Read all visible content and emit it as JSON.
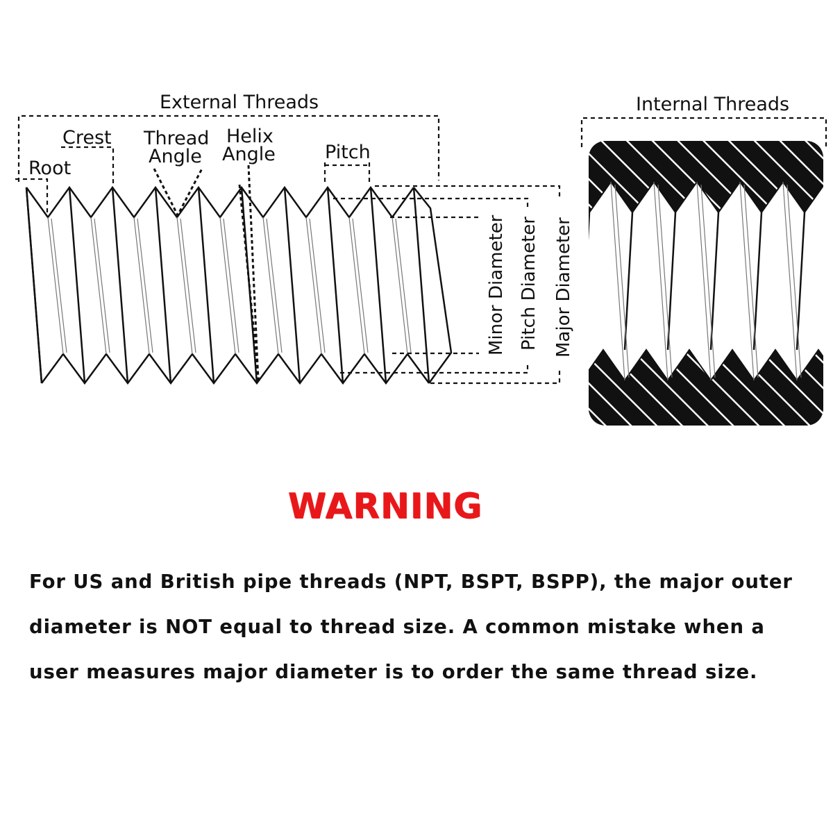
{
  "diagram": {
    "external_label": "External Threads",
    "internal_label": "Internal Threads",
    "root_label": "Root",
    "crest_label": "Crest",
    "thread_angle_label": [
      "Thread",
      "Angle"
    ],
    "helix_angle_label": [
      "Helix",
      "Angle"
    ],
    "pitch_label": "Pitch",
    "minor_diameter_label": "Minor Diameter",
    "pitch_diameter_label": "Pitch Diameter",
    "major_diameter_label": "Major Diameter"
  },
  "warning": {
    "title": "WARNING",
    "body": "For US and British pipe threads (NPT, BSPT, BSPP), the major outer diameter is NOT equal to thread size. A common mistake when a user measures major diameter is to order the same thread size."
  }
}
